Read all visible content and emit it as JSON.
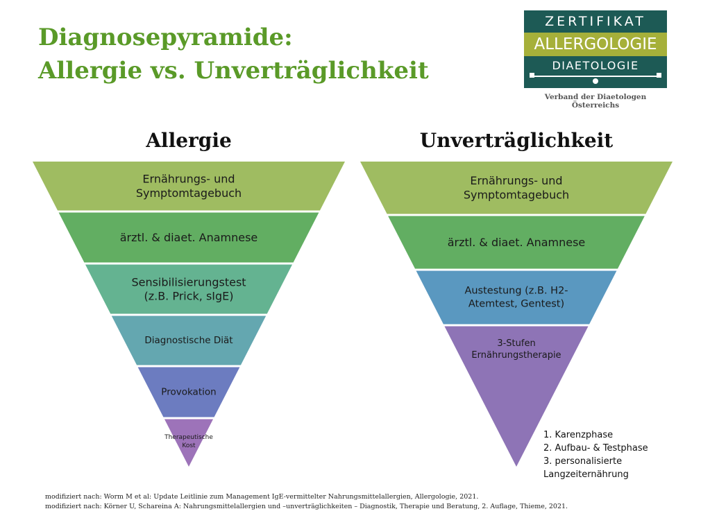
{
  "title": {
    "line1": "Diagnosepyramide:",
    "line2": "Allergie vs. Unverträglichkeit"
  },
  "logo": {
    "row1": "ZERTIFIKAT",
    "row2": "ALLERGOLOGIE",
    "row3": "DIAETOLOGIE",
    "caption": "Verband der Diaetologen Österreichs",
    "colors": {
      "dark": "#1d5a55",
      "olive": "#a6b03a"
    }
  },
  "allergie": {
    "heading": "Allergie",
    "tiers": [
      {
        "lines": [
          "Ernährungs- und",
          "Symptomtagebuch"
        ],
        "color": "#9fbc61"
      },
      {
        "lines": [
          "ärztl. & diaet. Anamnese"
        ],
        "color": "#62ae62"
      },
      {
        "lines": [
          "Sensibilisierungstest",
          "(z.B. Prick, sIgE)"
        ],
        "color": "#64b391"
      },
      {
        "lines": [
          "Diagnostische Diät"
        ],
        "color": "#64a7b0"
      },
      {
        "lines": [
          "Provokation"
        ],
        "color": "#6c7cc0"
      },
      {
        "lines": [
          "Therapeutische",
          "Kost"
        ],
        "color": "#9d73b9"
      }
    ]
  },
  "unvertraeglichkeit": {
    "heading": "Unverträglichkeit",
    "tiers": [
      {
        "lines": [
          "Ernährungs- und",
          "Symptomtagebuch"
        ],
        "color": "#9fbc61"
      },
      {
        "lines": [
          "ärztl. & diaet. Anamnese"
        ],
        "color": "#62ae62"
      },
      {
        "lines": [
          "Austestung (z.B. H2-",
          "Atemtest, Gentest)"
        ],
        "color": "#5a98c0"
      },
      {
        "lines": [
          "3-Stufen",
          "Ernährungstherapie"
        ],
        "color": "#8e74b6"
      }
    ],
    "steps": [
      "1. Karenzphase",
      "2. Aufbau- & Testphase",
      "3. personalisierte Langzeiternährung"
    ]
  },
  "references": [
    "modifiziert nach: Worm M et al: Update Leitlinie zum Management IgE-vermittelter Nahrungsmittelallergien, Allergologie, 2021.",
    "modifiziert nach: Körner U, Schareina A: Nahrungsmittelallergien und –unverträglichkeiten – Diagnostik, Therapie und Beratung, 2. Auflage, Thieme, 2021."
  ]
}
